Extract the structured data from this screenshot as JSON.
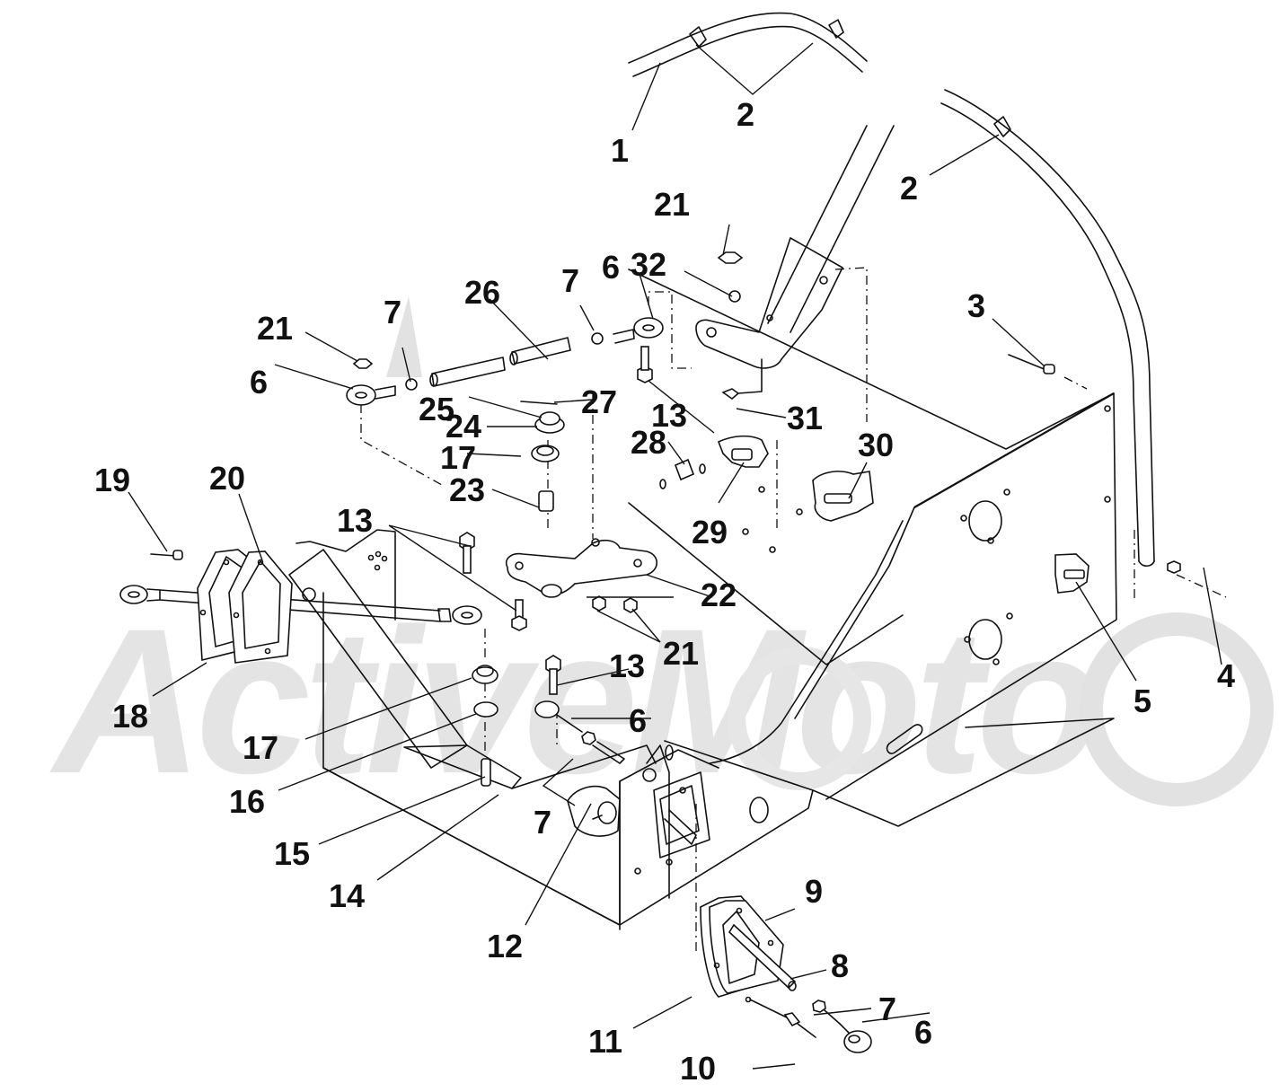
{
  "diagram": {
    "type": "exploded-parts-diagram",
    "watermark": "ActiveMoto",
    "callouts": [
      {
        "id": "c1",
        "label": "1"
      },
      {
        "id": "c2a",
        "label": "2"
      },
      {
        "id": "c2b",
        "label": "2"
      },
      {
        "id": "c3",
        "label": "3"
      },
      {
        "id": "c4",
        "label": "4"
      },
      {
        "id": "c5",
        "label": "5"
      },
      {
        "id": "c6a",
        "label": "6"
      },
      {
        "id": "c6b",
        "label": "6"
      },
      {
        "id": "c6c",
        "label": "6"
      },
      {
        "id": "c6d",
        "label": "6"
      },
      {
        "id": "c7a",
        "label": "7"
      },
      {
        "id": "c7b",
        "label": "7"
      },
      {
        "id": "c7c",
        "label": "7"
      },
      {
        "id": "c7d",
        "label": "7"
      },
      {
        "id": "c8",
        "label": "8"
      },
      {
        "id": "c9",
        "label": "9"
      },
      {
        "id": "c10",
        "label": "10"
      },
      {
        "id": "c11",
        "label": "11"
      },
      {
        "id": "c12",
        "label": "12"
      },
      {
        "id": "c13a",
        "label": "13"
      },
      {
        "id": "c13b",
        "label": "13"
      },
      {
        "id": "c13c",
        "label": "13"
      },
      {
        "id": "c14",
        "label": "14"
      },
      {
        "id": "c15",
        "label": "15"
      },
      {
        "id": "c16",
        "label": "16"
      },
      {
        "id": "c17a",
        "label": "17"
      },
      {
        "id": "c17b",
        "label": "17"
      },
      {
        "id": "c18",
        "label": "18"
      },
      {
        "id": "c19",
        "label": "19"
      },
      {
        "id": "c20",
        "label": "20"
      },
      {
        "id": "c21a",
        "label": "21"
      },
      {
        "id": "c21b",
        "label": "21"
      },
      {
        "id": "c21c",
        "label": "21"
      },
      {
        "id": "c22",
        "label": "22"
      },
      {
        "id": "c23",
        "label": "23"
      },
      {
        "id": "c24",
        "label": "24"
      },
      {
        "id": "c25",
        "label": "25"
      },
      {
        "id": "c26",
        "label": "26"
      },
      {
        "id": "c27",
        "label": "27"
      },
      {
        "id": "c28",
        "label": "28"
      },
      {
        "id": "c29",
        "label": "29"
      },
      {
        "id": "c30",
        "label": "30"
      },
      {
        "id": "c31",
        "label": "31"
      },
      {
        "id": "c32",
        "label": "32"
      }
    ]
  }
}
